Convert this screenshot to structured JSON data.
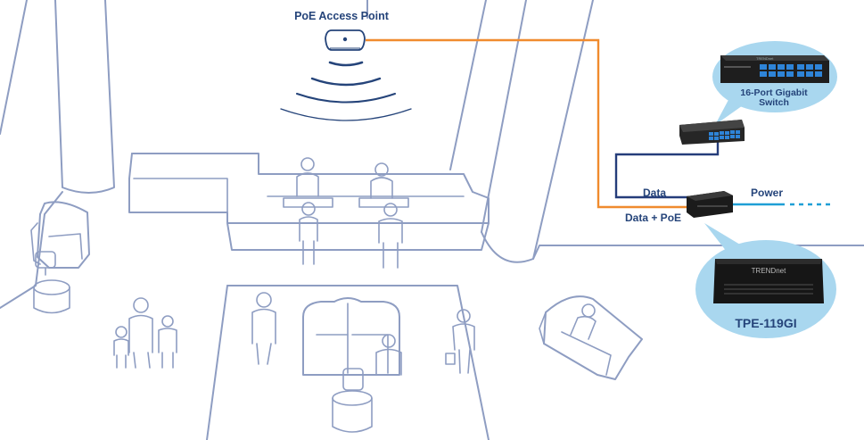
{
  "labels": {
    "access_point": "PoE Access Point",
    "switch_callout": [
      "16-Port Gigabit",
      "Switch"
    ],
    "data": "Data",
    "data_poe": "Data + PoE",
    "power": "Power",
    "product": "TPE-119GI"
  },
  "brand": {
    "switch_logo": "TRENDnet",
    "injector_logo": "TRENDnet"
  },
  "colors": {
    "poe_cable": "#f08b2e",
    "data_cable": "#253d7a",
    "power_cable": "#1f9fd6",
    "callout_fill": "#a9d7ef",
    "lineart": "#8e9dc2",
    "label_text": "#25447a",
    "device_dark": "#1a1a1a"
  }
}
